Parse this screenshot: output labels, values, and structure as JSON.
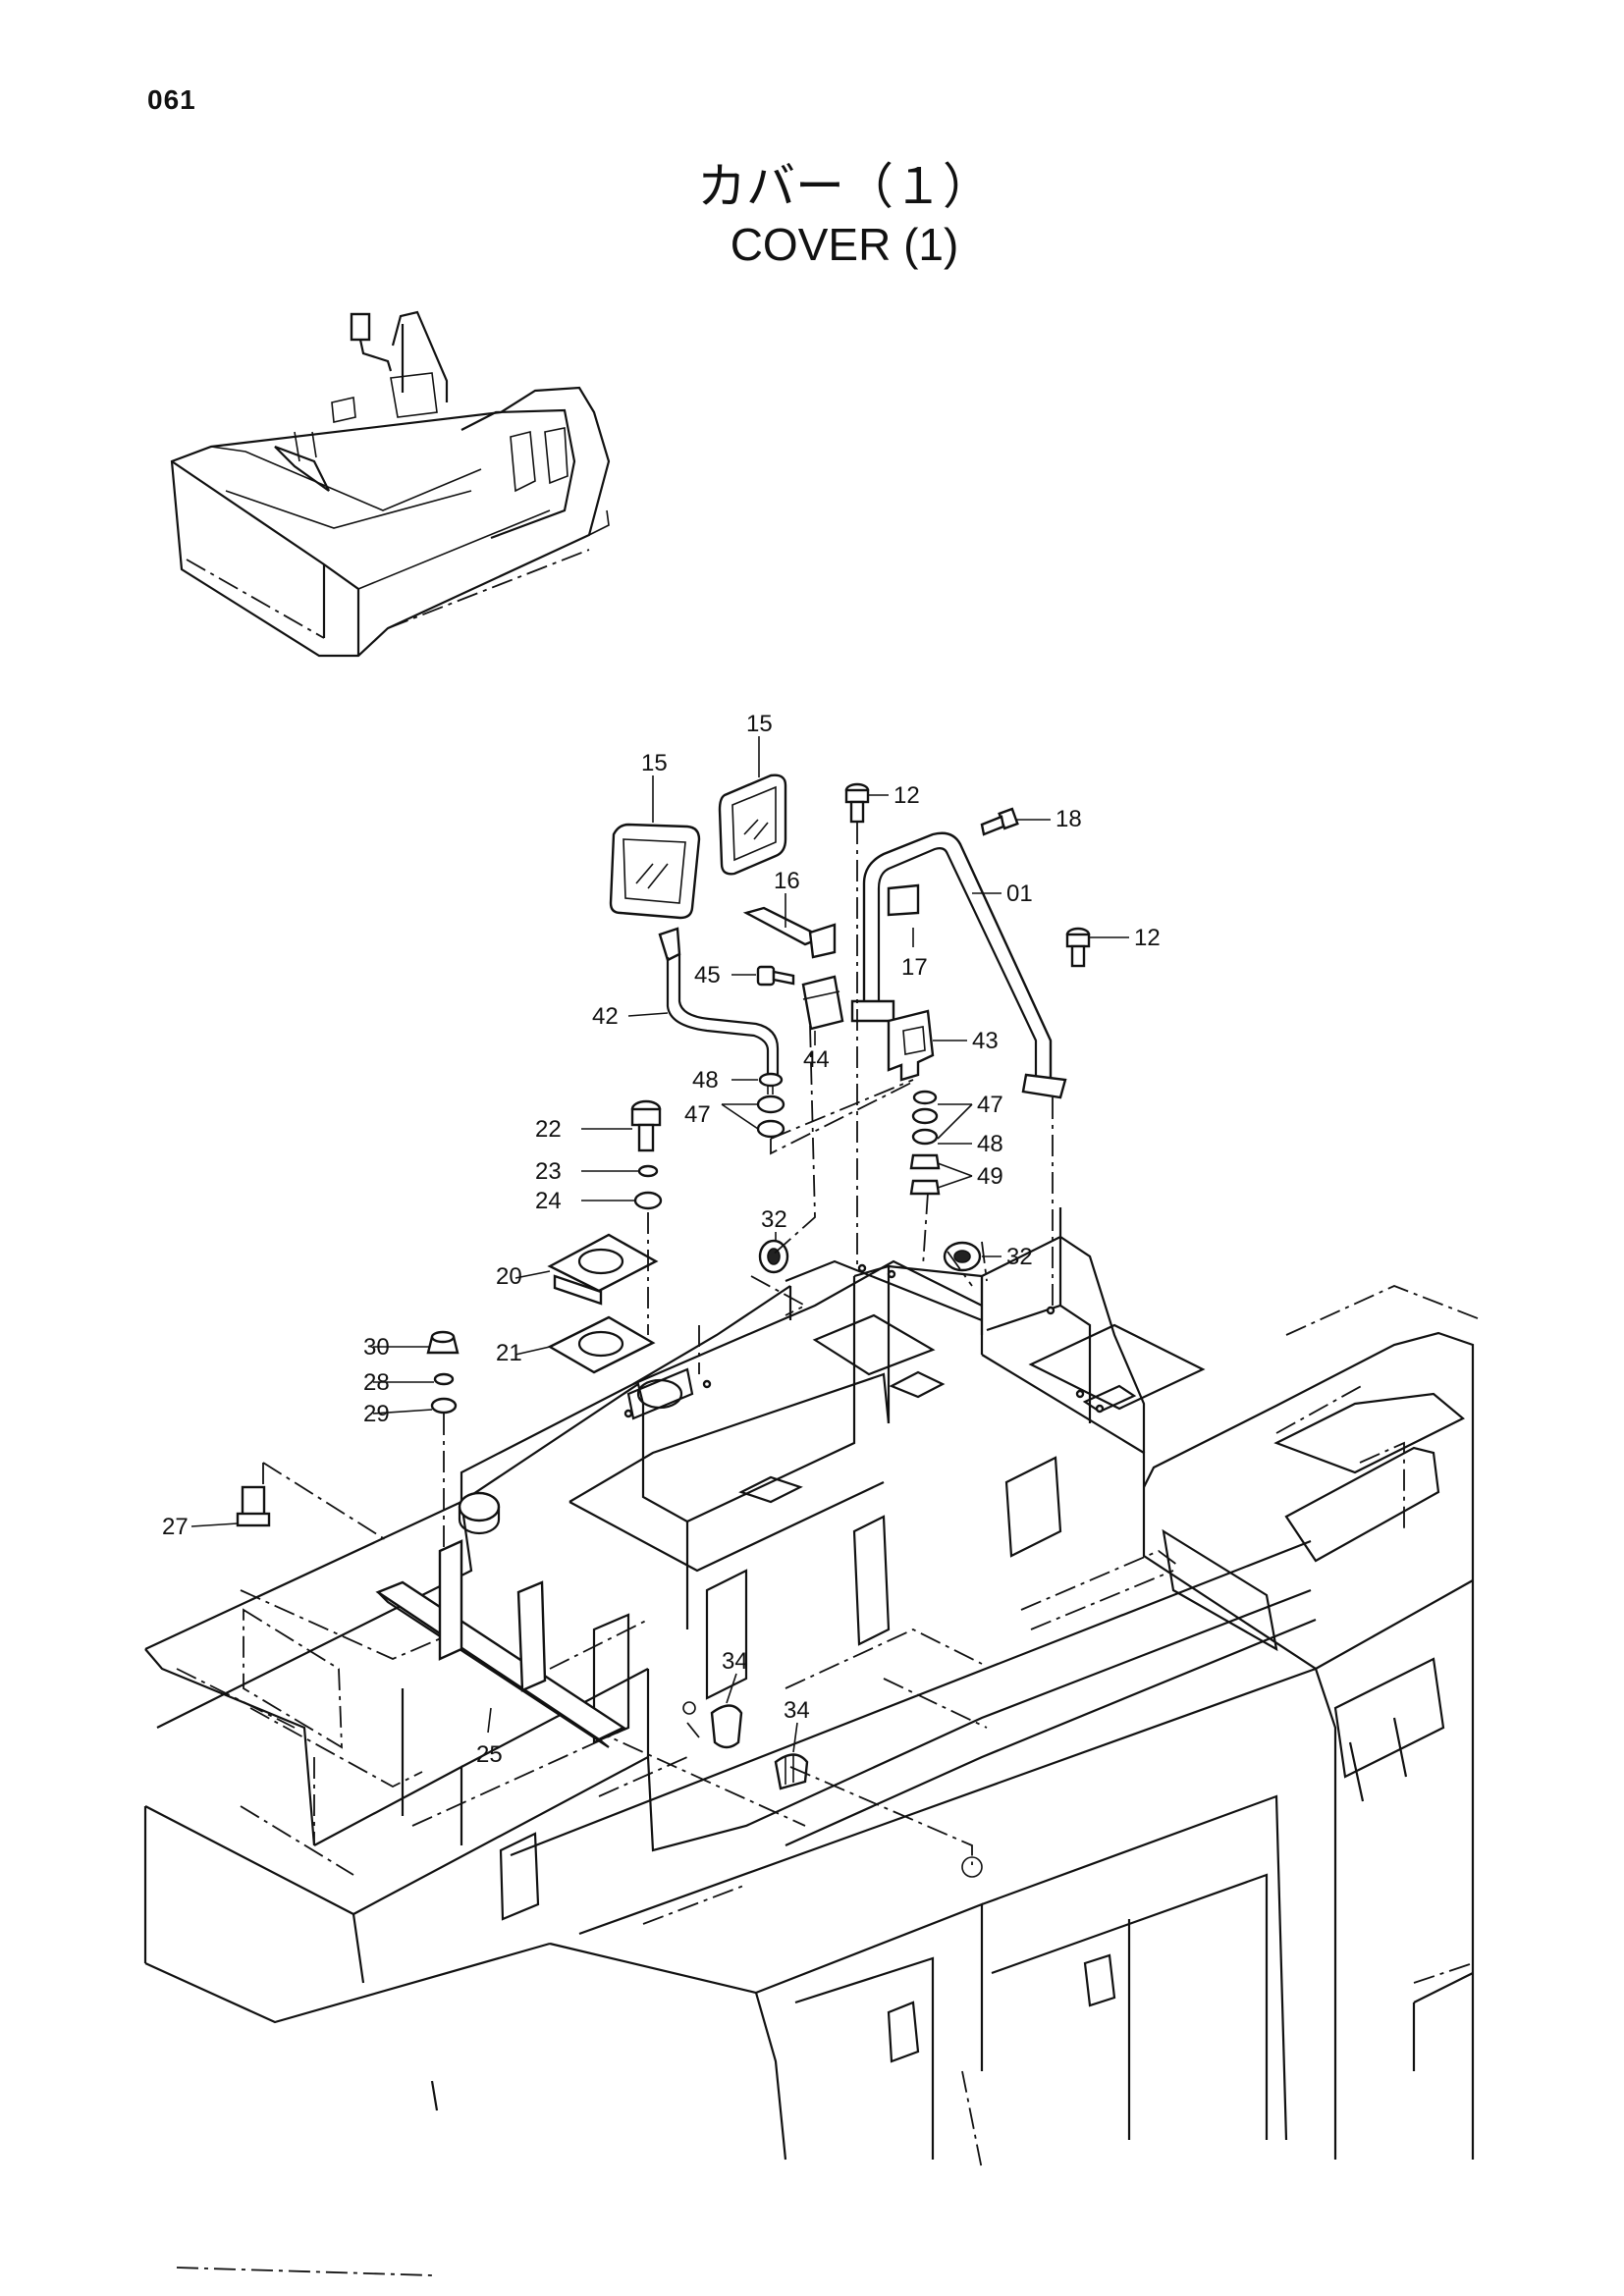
{
  "page": {
    "number": "061"
  },
  "title": {
    "japanese": "カバー（１）",
    "english": "COVER (1)"
  },
  "callouts": [
    "15",
    "15",
    "12",
    "18",
    "16",
    "01",
    "12",
    "17",
    "45",
    "42",
    "44",
    "43",
    "48",
    "47",
    "47",
    "48",
    "49",
    "22",
    "23",
    "24",
    "32",
    "32",
    "20",
    "21",
    "30",
    "28",
    "29",
    "27",
    "34",
    "34",
    "25"
  ]
}
